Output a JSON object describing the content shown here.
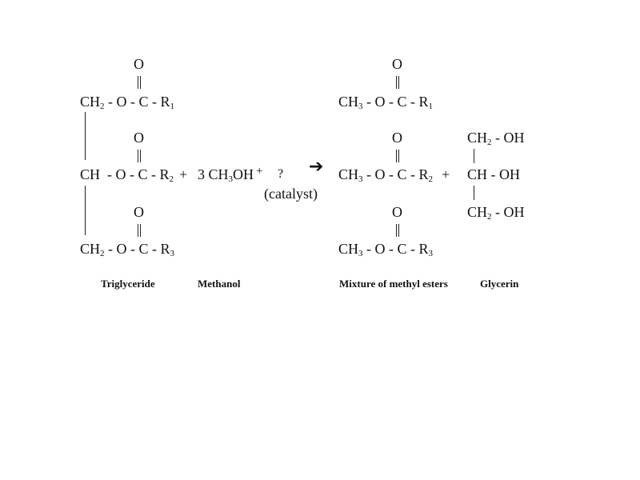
{
  "reactants": {
    "triglyceride": {
      "oxygen": "O",
      "rows": [
        [
          [
            "CH"
          ],
          [
            "2",
            "sub"
          ],
          [
            " - O - C - R"
          ],
          [
            "1",
            "sub"
          ]
        ],
        [
          [
            "CH  - O - C - R"
          ],
          [
            "2",
            "sub"
          ]
        ],
        [
          [
            "CH"
          ],
          [
            "2",
            "sub"
          ],
          [
            " - O - C - R"
          ],
          [
            "3",
            "sub"
          ]
        ]
      ],
      "label": "Triglyceride"
    },
    "plus1": "+",
    "methanol": {
      "formula": [
        [
          "3 CH"
        ],
        [
          "3",
          "sub"
        ],
        [
          "OH"
        ]
      ],
      "label": "Methanol"
    },
    "plus2": "+",
    "catalyst_unknown": "?",
    "catalyst_label": "(catalyst)"
  },
  "arrow": "➔",
  "products": {
    "esters": {
      "oxygen": "O",
      "rows": [
        [
          [
            "CH"
          ],
          [
            "3",
            "sub"
          ],
          [
            " - O - C - R"
          ],
          [
            "1",
            "sub"
          ]
        ],
        [
          [
            "CH"
          ],
          [
            "3",
            "sub"
          ],
          [
            " - O - C - R"
          ],
          [
            "2",
            "sub"
          ]
        ],
        [
          [
            "CH"
          ],
          [
            "3",
            "sub"
          ],
          [
            " - O - C - R"
          ],
          [
            "3",
            "sub"
          ]
        ]
      ],
      "label": "Mixture of methyl esters"
    },
    "plus": "+",
    "glycerin": {
      "rows": [
        [
          [
            "CH"
          ],
          [
            "2",
            "sub"
          ],
          [
            " - OH"
          ]
        ],
        [
          [
            "CH - OH"
          ]
        ],
        [
          [
            "CH"
          ],
          [
            "2",
            "sub"
          ],
          [
            " - OH"
          ]
        ]
      ],
      "label": "Glycerin"
    }
  }
}
